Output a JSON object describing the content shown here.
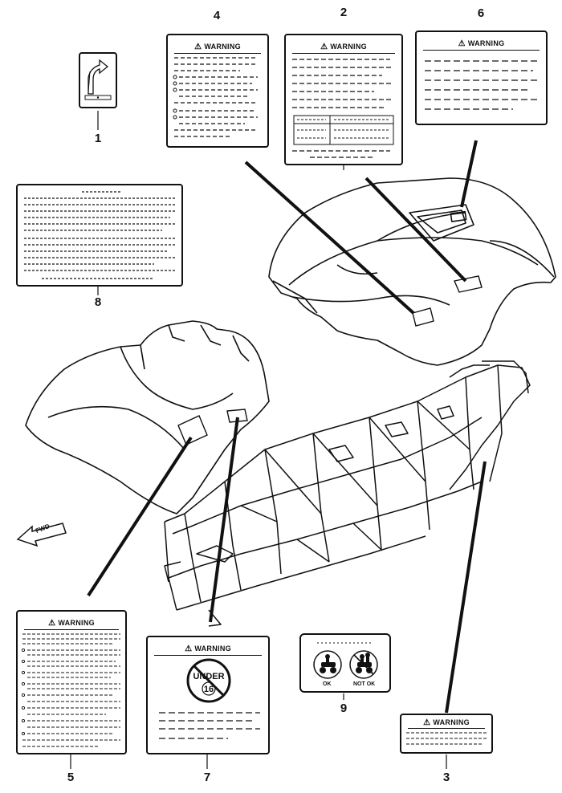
{
  "callouts": [
    {
      "id": "1",
      "text": "1"
    },
    {
      "id": "2",
      "text": "2"
    },
    {
      "id": "3",
      "text": "3"
    },
    {
      "id": "4",
      "text": "4"
    },
    {
      "id": "5",
      "text": "5"
    },
    {
      "id": "6",
      "text": "6"
    },
    {
      "id": "7",
      "text": "7"
    },
    {
      "id": "8",
      "text": "8"
    },
    {
      "id": "9",
      "text": "9"
    }
  ],
  "warning_text": "WARNING",
  "fwd_text": "FWD",
  "under16": {
    "under": "UNDER",
    "age": "16"
  },
  "passenger_label": {
    "ok": "OK",
    "not_ok": "NOT OK"
  },
  "colors": {
    "ink": "#111111",
    "paper": "#ffffff"
  }
}
